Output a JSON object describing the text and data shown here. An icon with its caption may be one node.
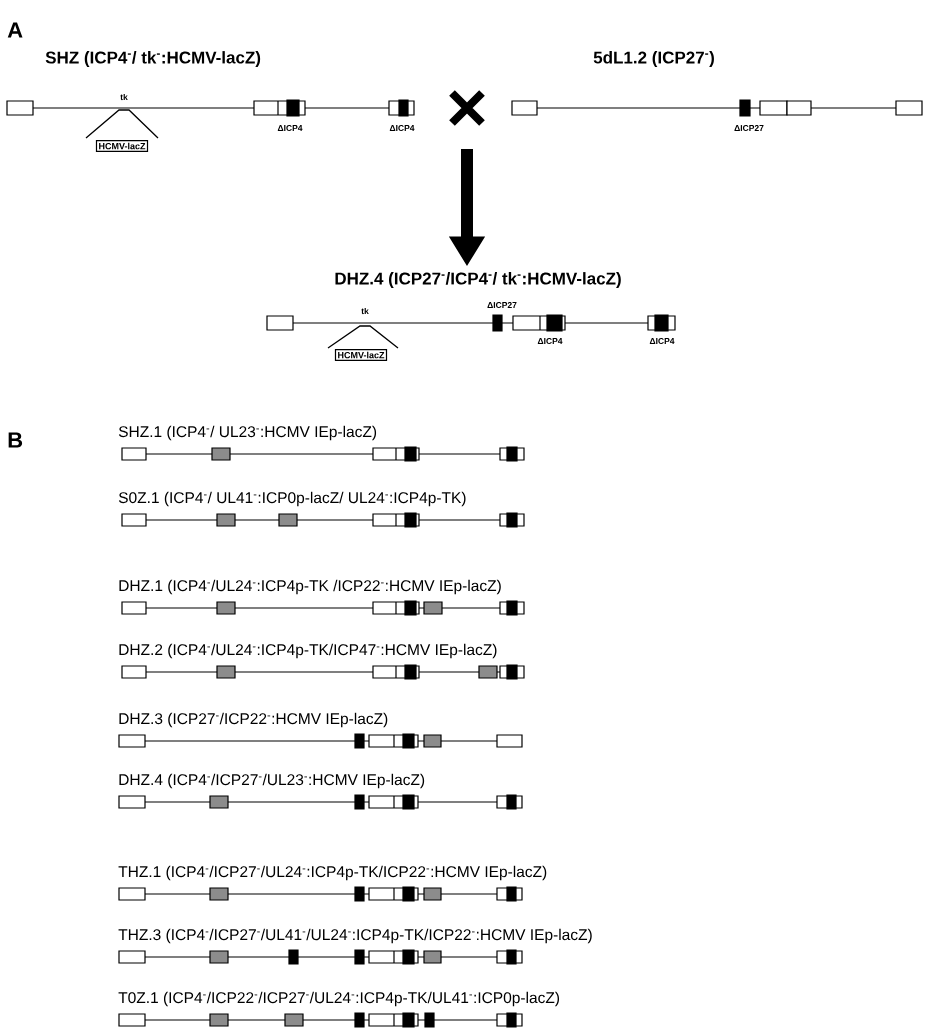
{
  "diagram": {
    "nodes": [
      {
        "text": [
          "HCMV-lacZ"
        ]
      },
      {
        "text": [],
        "shape": "cross"
      },
      {
        "text": [
          "DHZ.4 (ICP27$^{-}$/ICP4$^{-}$/ tk$^{-}$:HCMV-lacZ)"
        ]
      },
      {
        "text": [
          "HCMV-lacZ"
        ]
      }
    ],
    "edges": [
      {
        "from": 1,
        "to": 2,
        "arrow": "to"
      }
    ],
    "labels": [
      "A",
      "SHZ  (ICP4$^{-}$/ tk$^{-}$:HCMV-lacZ)",
      "5dL1.2 (ICP27$^{-}$)",
      "tk",
      "ΔICP4",
      "ΔICP4",
      "ΔICP27",
      "ΔICP27",
      "tk",
      "ΔICP4",
      "ΔICP4",
      "B",
      "SHZ.1 (ICP4$^{-}$/ UL23$^{-}$:HCMV IEp-lacZ)",
      "S0Z.1 (ICP4$^{-}$/ UL41$^{-}$:ICP0p-lacZ/ UL24$^{-}$:ICP4p-TK)",
      "DHZ.1 (ICP4$^{-}$/UL24$^{-}$:ICP4p-TK /ICP22$^{-}$:HCMV IEp-lacZ)",
      "DHZ.2 (ICP4$^{-}$/UL24$^{-}$:ICP4p-TK/ICP47$^{-}$:HCMV IEp-lacZ)",
      "DHZ.3 (ICP27$^{-}$/ICP22$^{-}$:HCMV IEp-lacZ)",
      "DHZ.4 (ICP4$^{-}$/ICP27$^{-}$/UL23$^{-}$:HCMV IEp-lacZ)",
      "THZ.1 (ICP4$^{-}$/ICP27$^{-}$/UL24$^{-}$:ICP4p-TK/ICP22$^{-}$:HCMV IEp-lacZ)",
      "THZ.3 (ICP4$^{-}$/ICP27$^{-}$/UL41$^{-}$/UL24$^{-}$:ICP4p-TK/ICP22$^{-}$:HCMV IEp-lacZ)",
      "T0Z.1 (ICP4$^{-}$/ICP22$^{-}$/ICP27$^{-}$/UL24$^{-}$:ICP4p-TK/UL41$^{-}$:ICP0p-lacZ)"
    ]
  }
}
